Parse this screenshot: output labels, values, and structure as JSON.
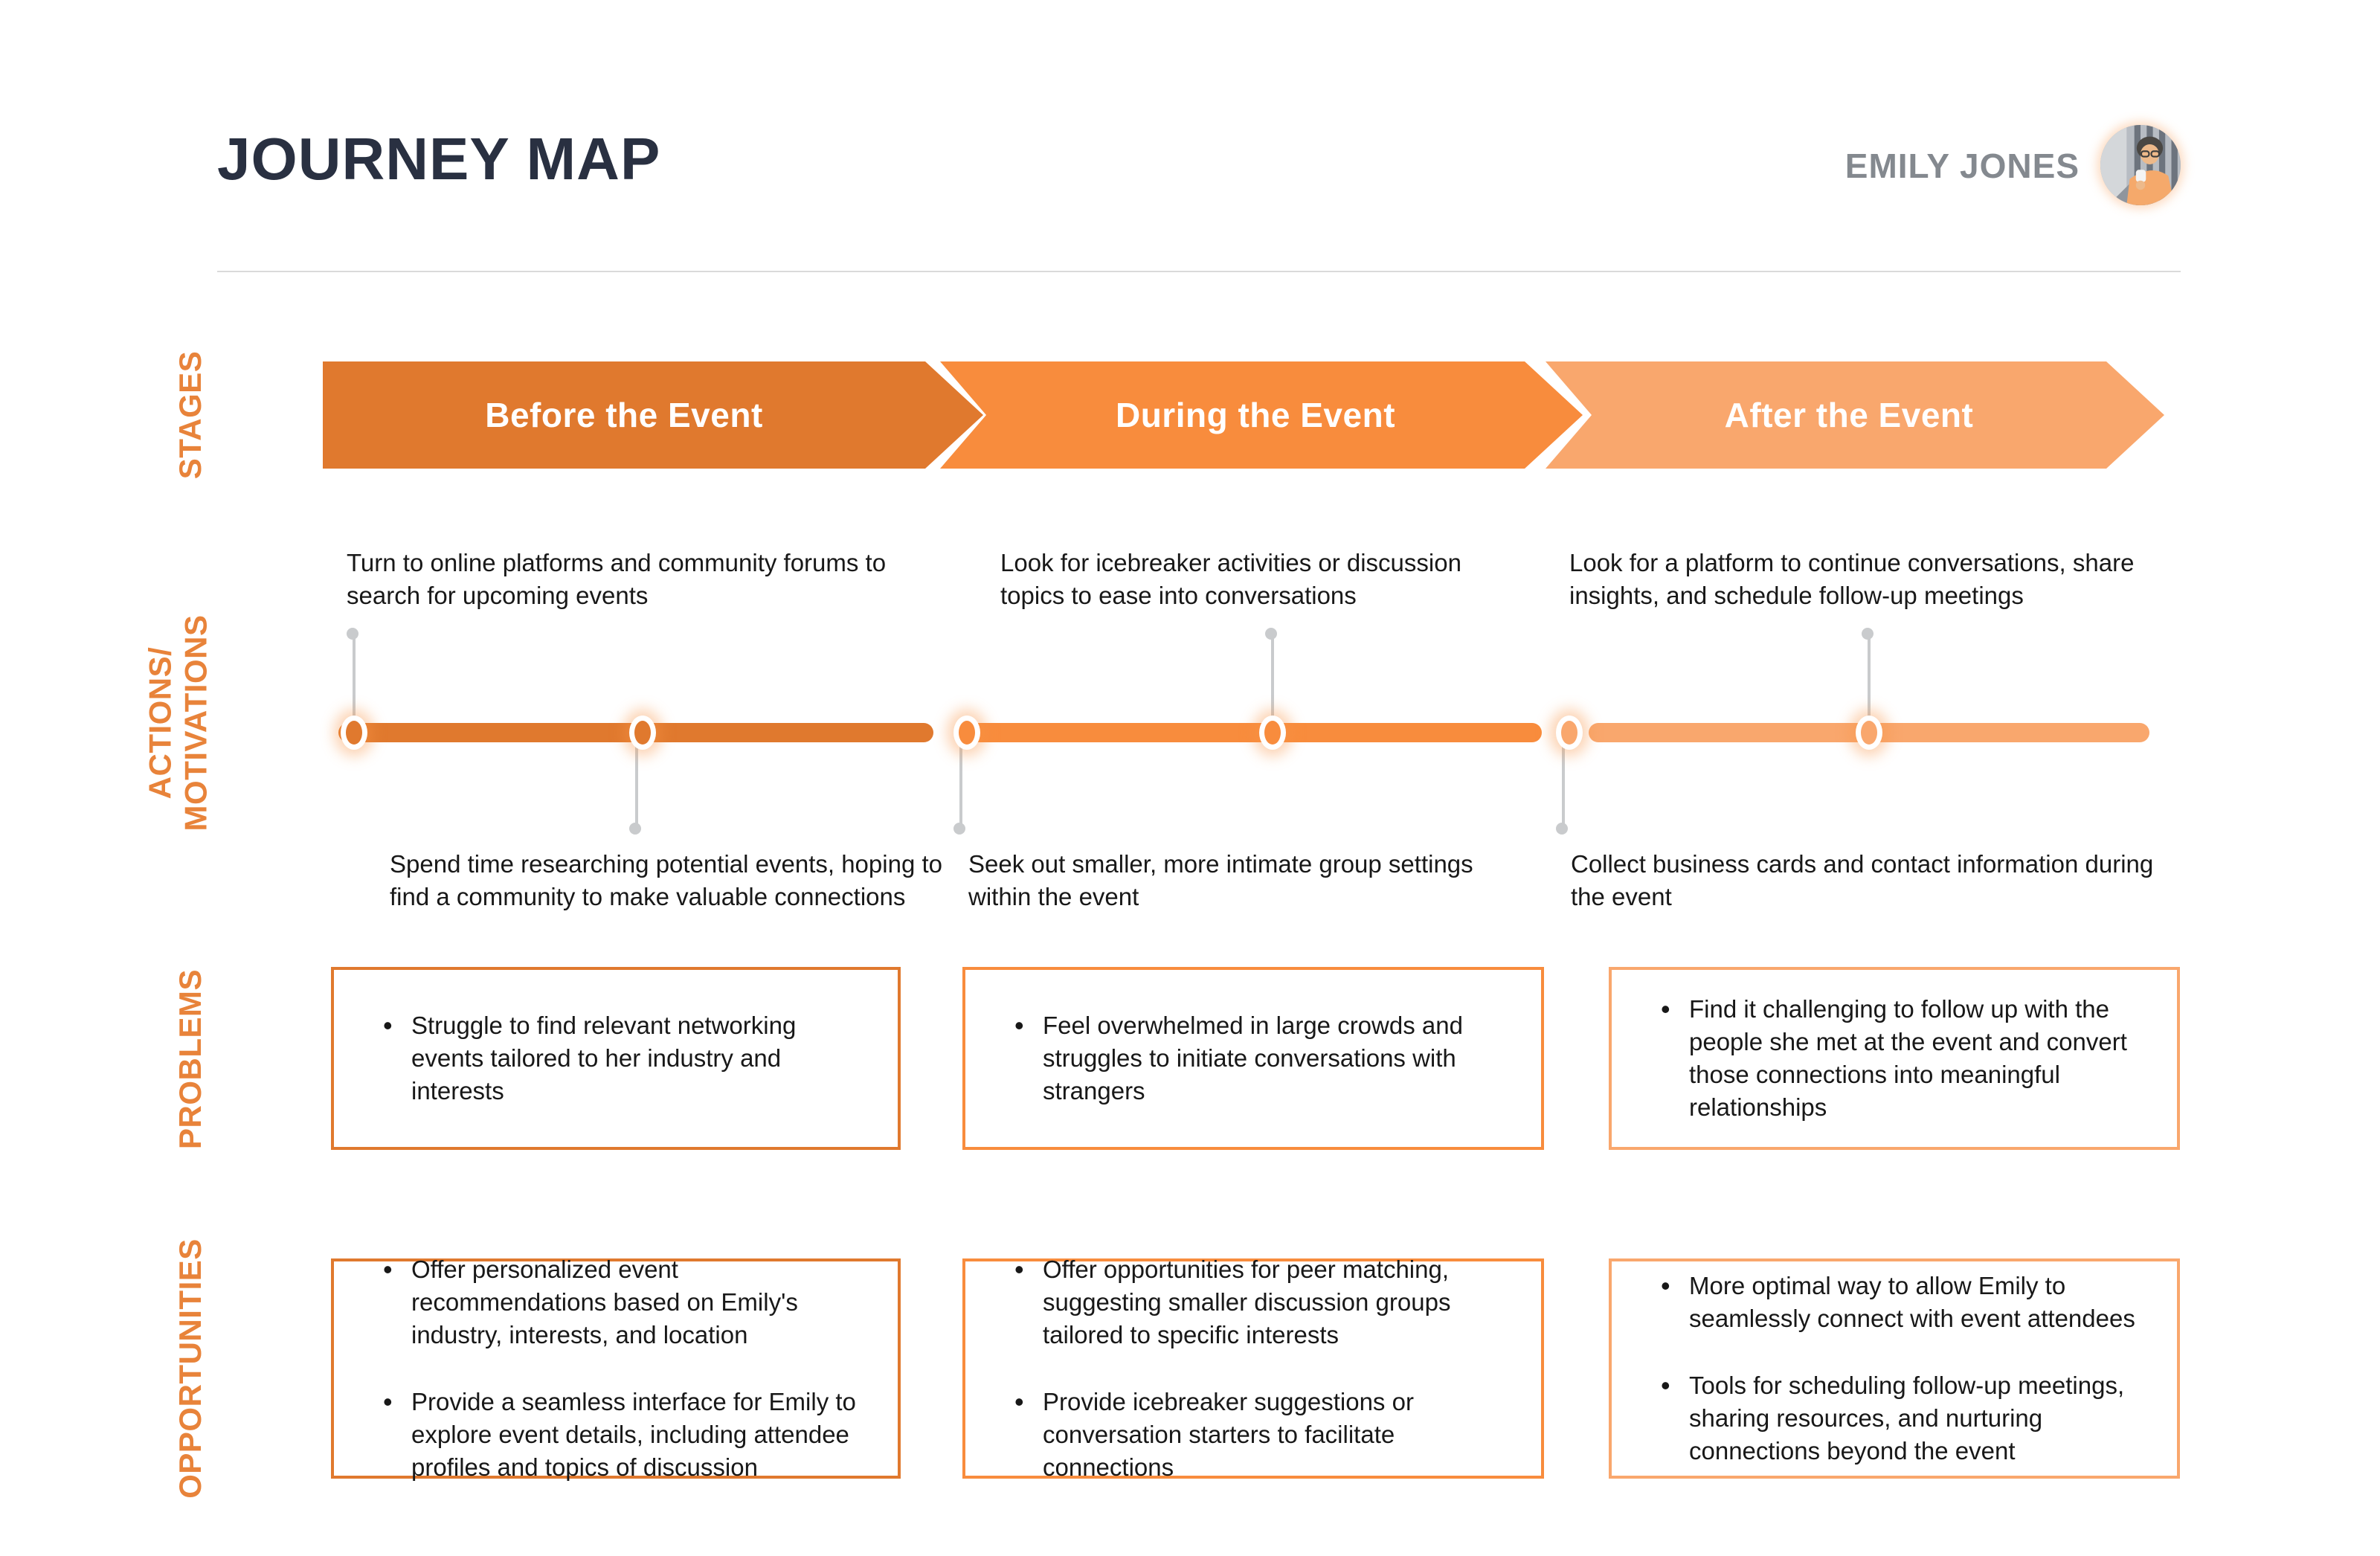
{
  "header": {
    "title": "JOURNEY MAP",
    "persona": "EMILY JONES",
    "avatar": "woman-with-glasses-holding-cup-photo"
  },
  "row_labels": {
    "stages": "STAGES",
    "actions_line1": "ACTIONS/",
    "actions_line2": "MOTIVATIONS",
    "problems": "PROBLEMS",
    "opportunities": "OPPORTUNITIES"
  },
  "stages": [
    {
      "label": "Before the Event",
      "color": "#e0792e"
    },
    {
      "label": "During the Event",
      "color": "#f88c3d"
    },
    {
      "label": "After the Event",
      "color": "#f9a76d"
    }
  ],
  "actions": {
    "above": [
      "Turn to online platforms and community forums to search for upcoming events",
      "Look for icebreaker activities or discussion topics to ease into conversations",
      "Look for a platform to continue conversations, share insights, and schedule follow-up meetings"
    ],
    "below": [
      "Spend time researching potential events, hoping to find a community to make valuable connections",
      "Seek out smaller, more intimate group settings within the event",
      "Collect business cards and contact information during the event"
    ]
  },
  "problems": [
    [
      "Struggle to find relevant networking events tailored to her industry and interests"
    ],
    [
      "Feel overwhelmed in large crowds and struggles to initiate conversations with strangers"
    ],
    [
      "Find it challenging to follow up with the people she met at the event and convert those connections into meaningful relationships"
    ]
  ],
  "opportunities": [
    [
      "Offer personalized event recommendations based on Emily's industry, interests, and location",
      "Provide a seamless interface for Emily to explore event details, including attendee profiles and topics of discussion"
    ],
    [
      "Offer opportunities for peer matching, suggesting smaller discussion groups tailored to specific interests",
      "Provide icebreaker suggestions or conversation starters to facilitate connections"
    ],
    [
      "More optimal way to allow Emily to seamlessly connect with event attendees",
      "Tools for scheduling follow-up meetings, sharing resources, and nurturing connections beyond the event"
    ]
  ],
  "colors": {
    "stage_before": "#e0792e",
    "stage_during": "#f88c3d",
    "stage_after": "#f9a76d",
    "row_label_orange": "#e8833a",
    "title_navy": "#293041",
    "persona_gray": "#84898f",
    "connector_gray": "#c9cbcd",
    "body_text": "#181818"
  }
}
